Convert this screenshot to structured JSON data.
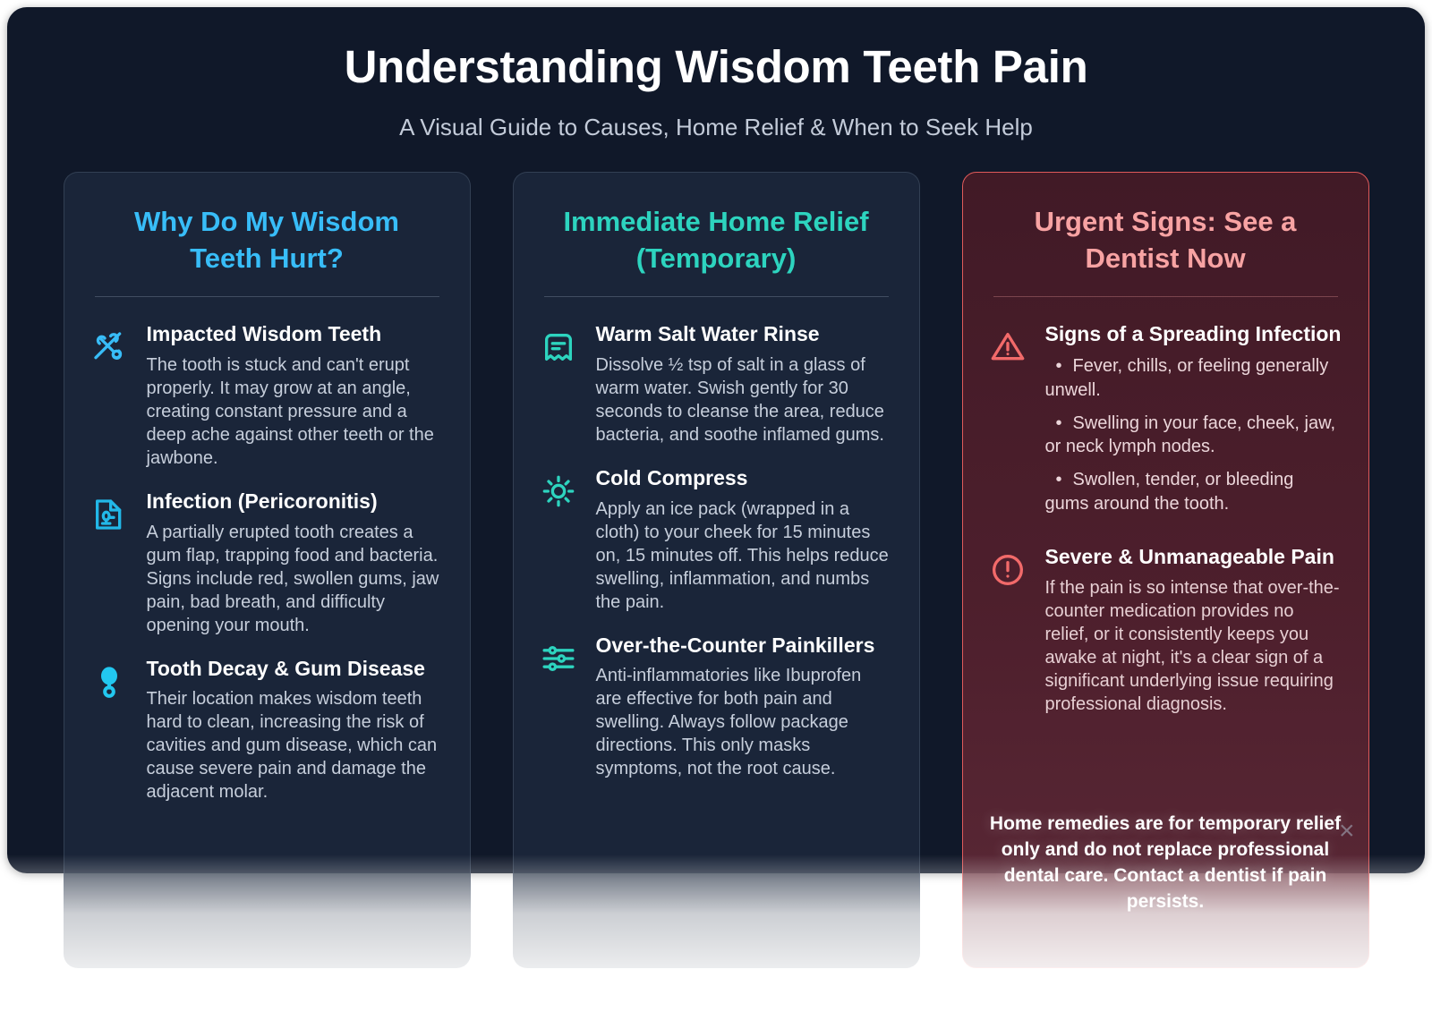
{
  "header": {
    "title": "Understanding Wisdom Teeth Pain",
    "subtitle": "A Visual Guide to Causes, Home Relief & When to Seek Help"
  },
  "colors": {
    "page_background": "#101829",
    "card_background": "#1d293d",
    "accent_cyan": "#38bdf8",
    "accent_teal": "#2dd4bf",
    "accent_rose": "#f8a3a3",
    "urgent_border": "#e05a5a",
    "body_text": "#c6cedb",
    "title_text": "#ffffff"
  },
  "cards": [
    {
      "id": "causes",
      "title": "Why Do My Wisdom Teeth Hurt?",
      "accent": "#38bdf8",
      "items": [
        {
          "icon": "broken-bone-icon",
          "title": "Impacted Wisdom Teeth",
          "desc": "The tooth is stuck and can't erupt properly. It may grow at an angle, creating constant pressure and a deep ache against other teeth or the jawbone."
        },
        {
          "icon": "file-microscope-icon",
          "title": "Infection (Pericoronitis)",
          "desc": "A partially erupted tooth creates a gum flap, trapping food and bacteria. Signs include red, swollen gums, jaw pain, bad breath, and difficulty opening your mouth."
        },
        {
          "icon": "tooth-icon",
          "title": "Tooth Decay & Gum Disease",
          "desc": "Their location makes wisdom teeth hard to clean, increasing the risk of cavities and gum disease, which can cause severe pain and damage the adjacent molar."
        }
      ]
    },
    {
      "id": "relief",
      "title": "Immediate Home Relief (Temporary)",
      "accent": "#2dd4bf",
      "items": [
        {
          "icon": "receipt-icon",
          "title": "Warm Salt Water Rinse",
          "desc": "Dissolve ½ tsp of salt in a glass of warm water. Swish gently for 30 seconds to cleanse the area, reduce bacteria, and soothe inflamed gums."
        },
        {
          "icon": "sun-icon",
          "title": "Cold Compress",
          "desc": "Apply an ice pack (wrapped in a cloth) to your cheek for 15 minutes on, 15 minutes off. This helps reduce swelling, inflammation, and numbs the pain."
        },
        {
          "icon": "sliders-icon",
          "title": "Over-the-Counter Painkillers",
          "desc": "Anti-inflammatories like Ibuprofen are effective for both pain and swelling. Always follow package directions. This only masks symptoms, not the root cause."
        }
      ]
    },
    {
      "id": "urgent",
      "title": "Urgent Signs: See a Dentist Now",
      "accent": "#f8a3a3",
      "items": [
        {
          "icon": "alert-triangle-icon",
          "title": "Signs of a Spreading Infection",
          "bullets": [
            "Fever, chills, or feeling generally unwell.",
            "Swelling in your face, cheek, jaw, or neck lymph nodes.",
            "Swollen, tender, or bleeding gums around the tooth."
          ]
        },
        {
          "icon": "alert-circle-icon",
          "title": "Severe & Unmanageable Pain",
          "desc": "If the pain is so intense that over-the-counter medication provides no relief, or it consistently keeps you awake at night, it's a clear sign of a significant underlying issue requiring professional diagnosis."
        }
      ],
      "footer_note": "Home remedies are for temporary relief only and do not replace professional dental care. Contact a dentist if pain persists."
    }
  ],
  "overlay": {
    "close_mark": "×"
  }
}
